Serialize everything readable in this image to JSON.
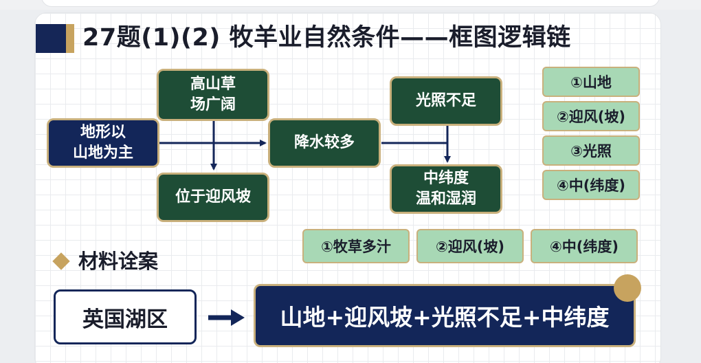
{
  "title": "27题(1)(2) 牧羊业自然条件——框图逻辑链",
  "flow": {
    "terrain": "地形以\n山地为主",
    "grassland": "高山草\n场广阔",
    "windward": "位于迎风坡",
    "precip": "降水较多",
    "sunlight": "光照不足",
    "latitude": "中纬度\n温和湿润"
  },
  "keywords_right": [
    "①山地",
    "②迎风(坡)",
    "③光照",
    "④中(纬度)"
  ],
  "keywords_bottom": [
    "①牧草多汁",
    "②迎风(坡)",
    "④中(纬度)"
  ],
  "material": {
    "heading": "材料诠案",
    "region": "英国湖区",
    "summary": "山地+迎风坡+光照不足+中纬度"
  },
  "colors": {
    "navy": "#132659",
    "dark_green": "#1e4d36",
    "gold": "#c7a35f",
    "mint": "#a8d8b5"
  }
}
